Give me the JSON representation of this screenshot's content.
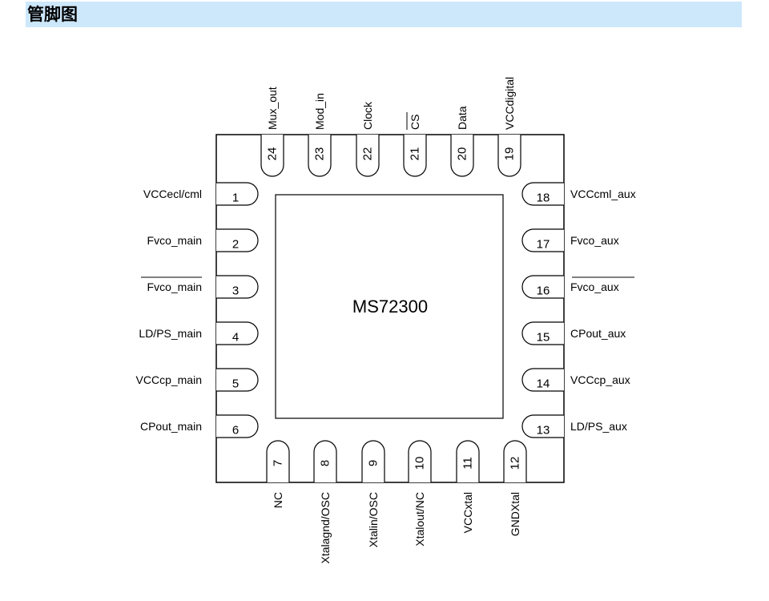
{
  "header": {
    "title": "管脚图"
  },
  "chip": {
    "name": "MS72300"
  },
  "pins": [
    {
      "num": "1",
      "label": "VCCecl/cml",
      "side": "left"
    },
    {
      "num": "2",
      "label": "Fvco_main",
      "side": "left"
    },
    {
      "num": "3",
      "label": "Fvco_main",
      "side": "left",
      "overline": true
    },
    {
      "num": "4",
      "label": "LD/PS_main",
      "side": "left"
    },
    {
      "num": "5",
      "label": "VCCcp_main",
      "side": "left"
    },
    {
      "num": "6",
      "label": "CPout_main",
      "side": "left"
    },
    {
      "num": "7",
      "label": "NC",
      "side": "bottom"
    },
    {
      "num": "8",
      "label": "Xtalagnd/OSC",
      "side": "bottom"
    },
    {
      "num": "9",
      "label": "Xtalin/OSC",
      "side": "bottom"
    },
    {
      "num": "10",
      "label": "Xtalout/NC",
      "side": "bottom"
    },
    {
      "num": "11",
      "label": "VCCxtal",
      "side": "bottom"
    },
    {
      "num": "12",
      "label": "GNDXtal",
      "side": "bottom"
    },
    {
      "num": "13",
      "label": "LD/PS_aux",
      "side": "right"
    },
    {
      "num": "14",
      "label": "VCCcp_aux",
      "side": "right"
    },
    {
      "num": "15",
      "label": "CPout_aux",
      "side": "right"
    },
    {
      "num": "16",
      "label": "Fvco_aux",
      "side": "right",
      "overline": true
    },
    {
      "num": "17",
      "label": "Fvco_aux",
      "side": "right"
    },
    {
      "num": "18",
      "label": "VCCcml_aux",
      "side": "right"
    },
    {
      "num": "19",
      "label": "VCCdigital",
      "side": "top"
    },
    {
      "num": "20",
      "label": "Data",
      "side": "top"
    },
    {
      "num": "21",
      "label": "CS",
      "side": "top",
      "overline": true
    },
    {
      "num": "22",
      "label": "Clock",
      "side": "top"
    },
    {
      "num": "23",
      "label": "Mod_in",
      "side": "top"
    },
    {
      "num": "24",
      "label": "Mux_out",
      "side": "top"
    }
  ]
}
